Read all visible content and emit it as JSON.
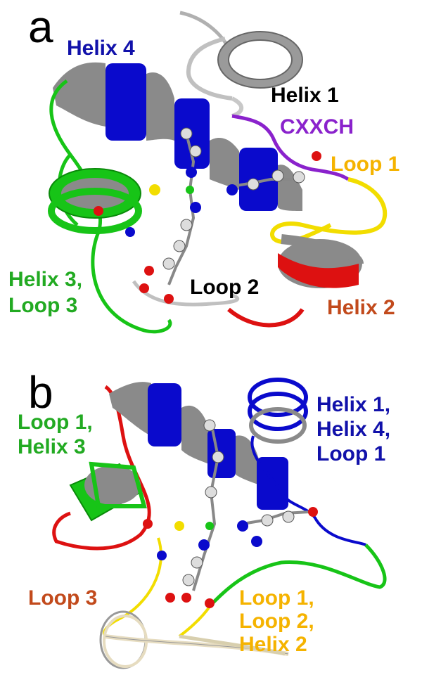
{
  "colors": {
    "blue": "#0a0acc",
    "green": "#17c417",
    "red": "#dd1111",
    "yellow": "#f2dd00",
    "purple": "#8a22cc",
    "gray": "#8a8a8a",
    "black": "#000000",
    "orange": "#f5b300",
    "brown": "#c24a1c",
    "label_blue": "#1111aa",
    "label_green": "#22aa22"
  },
  "panel_a": {
    "letter": "a",
    "labels": {
      "helix4": "Helix 4",
      "helix1": "Helix 1",
      "cxxch": "CXXCH",
      "loop1": "Loop 1",
      "helix3_line1": "Helix 3,",
      "helix3_line2": "Loop 3",
      "loop2": "Loop 2",
      "helix2": "Helix 2"
    }
  },
  "panel_b": {
    "letter": "b",
    "labels": {
      "green_line1": "Loop 1,",
      "green_line2": "Helix 3",
      "blue_line1": "Helix 1,",
      "blue_line2": "Helix 4,",
      "blue_line3": "Loop 1",
      "red_line1": "Loop 3",
      "orange_line1": "Loop 1,",
      "orange_line2": "Loop 2,",
      "orange_line3": "Helix 2"
    }
  }
}
